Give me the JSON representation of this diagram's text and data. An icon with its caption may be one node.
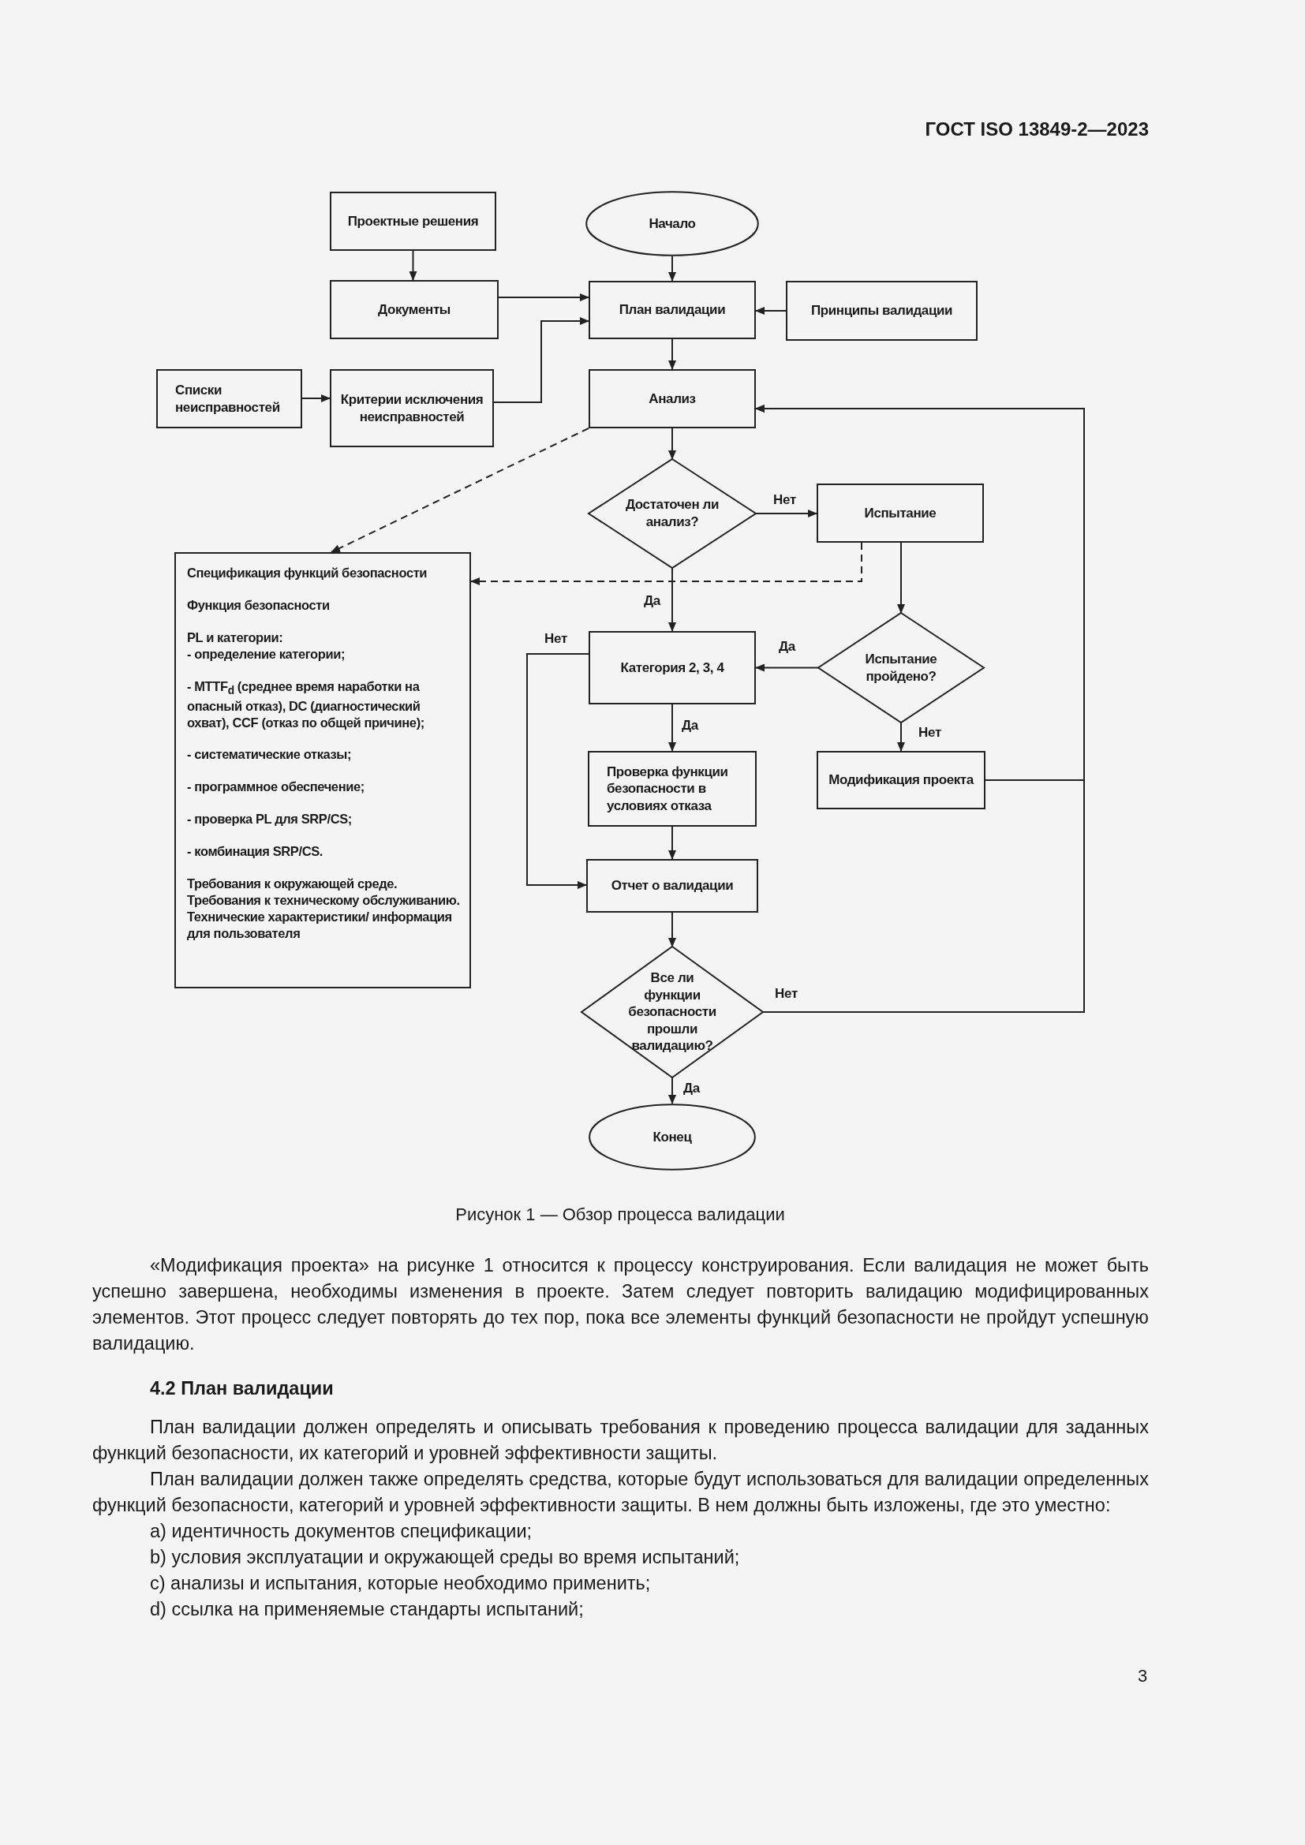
{
  "diagram": {
    "caption": "Рисунок 1 — Обзор процесса валидации",
    "nodes": [
      {
        "text": [
          "Проектные решения"
        ]
      },
      {
        "text": [
          "Документы"
        ]
      },
      {
        "text": [
          "Начало"
        ]
      },
      {
        "text": [
          "План валидации"
        ]
      },
      {
        "text": [
          "Принципы валидации"
        ]
      },
      {
        "text": [
          "Списки неисправностей"
        ]
      },
      {
        "text": [
          "Критерии исключения неисправностей"
        ]
      },
      {
        "text": [
          "Анализ"
        ]
      },
      {
        "text": [
          "Достаточен ли анализ?"
        ]
      },
      {
        "text": [
          "Испытание"
        ]
      },
      {
        "text": [
          "Спецификация функций безопасности",
          "Функция безопасности",
          "PL и категории:",
          "- определение категории;",
          "- MTTF$_{d}$ (среднее время наработки на опасный отказ), DC (диагностический охват), CCF (отказ по общей причине);",
          "- систематические отказы;",
          "- программное обеспечение;",
          "- проверка PL для SRP/CS;",
          "- комбинация SRP/CS.",
          "Требования к окружающей среде.",
          "Требования к техническому обслуживанию.",
          "Технические характеристики/ информация для пользователя"
        ]
      },
      {
        "text": [
          "Категория 2, 3, 4"
        ]
      },
      {
        "text": [
          "Испытание пройдено?"
        ]
      },
      {
        "text": [
          "Проверка функции безопасности в условиях отказа"
        ]
      },
      {
        "text": [
          "Модификация проекта"
        ]
      },
      {
        "text": [
          "Отчет о валидации"
        ]
      },
      {
        "text": [
          "Все ли функции безопасности прошли валидацию?"
        ]
      },
      {
        "text": [
          "Конец"
        ]
      }
    ],
    "edges": [
      {
        "from": 0,
        "to": 1,
        "arrow": "to"
      },
      {
        "from": 1,
        "to": 3,
        "arrow": "to"
      },
      {
        "from": 6,
        "to": 3,
        "arrow": "to"
      },
      {
        "from": 2,
        "to": 3,
        "arrow": "to"
      },
      {
        "from": 4,
        "to": 3,
        "arrow": "to"
      },
      {
        "from": 3,
        "to": 7,
        "arrow": "to"
      },
      {
        "from": 5,
        "to": 6,
        "arrow": "to"
      },
      {
        "from": 7,
        "to": 8,
        "arrow": "to"
      },
      {
        "from": 8,
        "to": 9,
        "arrow": "to",
        "label": "Нет"
      },
      {
        "from": 7,
        "to": 10,
        "arrow": "to",
        "style": "dashed"
      },
      {
        "from": 9,
        "to": 10,
        "arrow": "to",
        "style": "dashed"
      },
      {
        "from": 8,
        "to": 11,
        "arrow": "to",
        "label": "Да"
      },
      {
        "from": 9,
        "to": 12,
        "arrow": "to"
      },
      {
        "from": 12,
        "to": 11,
        "arrow": "to",
        "label": "Да"
      },
      {
        "from": 12,
        "to": 14,
        "arrow": "to",
        "label": "Нет"
      },
      {
        "from": 11,
        "to": 13,
        "arrow": "to",
        "label": "Да"
      },
      {
        "from": 11,
        "to": 15,
        "arrow": "to",
        "label": "Нет"
      },
      {
        "from": 13,
        "to": 15,
        "arrow": "to"
      },
      {
        "from": 15,
        "to": 16,
        "arrow": "to"
      },
      {
        "from": 16,
        "to": 17,
        "arrow": "to",
        "label": "Да"
      },
      {
        "from": 14,
        "to": 7,
        "arrow": "to"
      },
      {
        "from": 16,
        "to": 7,
        "arrow": "to",
        "label": "Нет"
      }
    ],
    "labels": [
      "ГОСТ ISO 13849-2—2023",
      "«Модификация проекта» на рисунке 1 относится к процессу конструирования. Если валидация не может быть успешно завершена, необходимы изменения в проекте. Затем следует повторить валидацию модифицированных элементов. Этот процесс следует повторять до тех пор, пока все элементы функций безопасности не пройдут успешную валидацию.",
      "4.2 План валидации",
      "План валидации должен определять и описывать требования к проведению процесса валидации для заданных функций безопасности, их категорий и уровней эффективности защиты.",
      "План валидации должен также определять средства, которые будут использоваться для валидации определенных функций безопасности, категорий и уровней эффективности защиты. В нем должны быть изложены, где это уместно:",
      "a) идентичность документов спецификации;",
      "b) условия эксплуатации и окружающей среды во время испытаний;",
      "c) анализы и испытания, которые необходимо применить;",
      "d) ссылка на применяемые стандарты испытаний;",
      "3"
    ]
  }
}
